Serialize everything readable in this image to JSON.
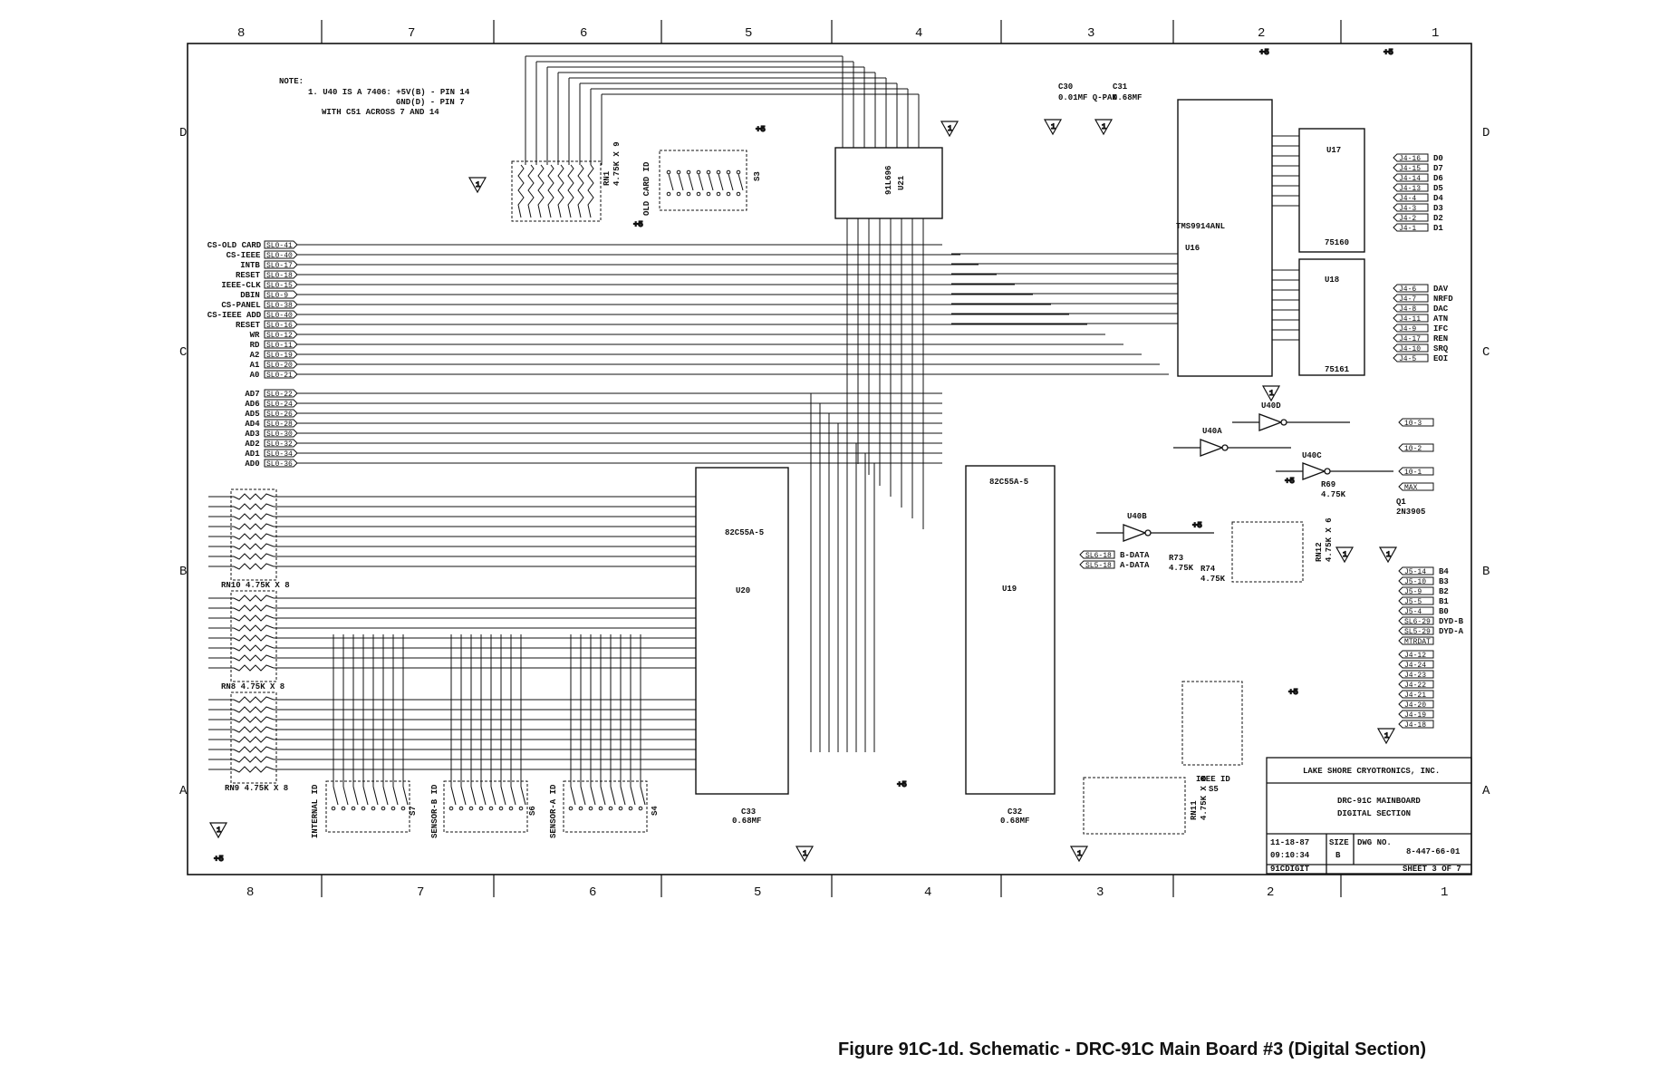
{
  "zones": {
    "top": [
      "8",
      "7",
      "6",
      "5",
      "4",
      "3",
      "2",
      "1"
    ],
    "side_left": [
      "D",
      "C",
      "B",
      "A"
    ],
    "side_right": [
      "D",
      "C",
      "B",
      "A"
    ]
  },
  "note": {
    "heading": "NOTE:",
    "line1": "1. U40 IS A 7406: +5V(B) - PIN 14",
    "line2": "GND(D) - PIN 7",
    "line3": "WITH C51 ACROSS 7 AND 14"
  },
  "left_signals": [
    {
      "name": "CS-OLD CARD",
      "pin": "SL0-41"
    },
    {
      "name": "CS-IEEE",
      "pin": "SL0-40"
    },
    {
      "name": "INTB",
      "pin": "SL0-17"
    },
    {
      "name": "RESET",
      "pin": "SL0-18"
    },
    {
      "name": "IEEE-CLK",
      "pin": "SL0-15"
    },
    {
      "name": "DBIN",
      "pin": "SL0-9"
    },
    {
      "name": "CS-PANEL",
      "pin": "SL0-38"
    },
    {
      "name": "CS-IEEE ADD",
      "pin": "SL0-40"
    },
    {
      "name": "RESET",
      "pin": "SL0-16"
    },
    {
      "name": "WR",
      "pin": "SL0-12"
    },
    {
      "name": "RD",
      "pin": "SL0-11"
    },
    {
      "name": "A2",
      "pin": "SL0-19"
    },
    {
      "name": "A1",
      "pin": "SL0-20"
    },
    {
      "name": "A0",
      "pin": "SL0-21"
    }
  ],
  "left_bus": [
    {
      "name": "AD7",
      "pin": "SL0-22"
    },
    {
      "name": "AD6",
      "pin": "SL0-24"
    },
    {
      "name": "AD5",
      "pin": "SL0-26"
    },
    {
      "name": "AD4",
      "pin": "SL0-28"
    },
    {
      "name": "AD3",
      "pin": "SL0-30"
    },
    {
      "name": "AD2",
      "pin": "SL0-32"
    },
    {
      "name": "AD1",
      "pin": "SL0-34"
    },
    {
      "name": "AD0",
      "pin": "SL0-36"
    }
  ],
  "components": {
    "rn1": "RN1\n4.75K X 9",
    "s3": "S3",
    "old_card_id": "OLD CARD ID",
    "u21": "U21",
    "u21_part": "91L696",
    "u16": "U16",
    "u16_part": "TMS9914ANL",
    "u17": "U17",
    "u17_part": "75160",
    "u18": "U18",
    "u18_part": "75161",
    "u20": "U20",
    "u20_part": "82C55A-5",
    "u19": "U19",
    "u19_part": "82C55A-5",
    "c30": "C30",
    "c30_val": "0.01MF Q-PAK",
    "c31": "C31",
    "c31_val": "0.68MF",
    "c32": "C32",
    "c32_val": "0.68MF",
    "c33": "C33",
    "c33_val": "0.68MF",
    "rn10": "RN10 4.75K X 8",
    "rn8": "RN8 4.75K X 8",
    "rn9": "RN9 4.75K X 8",
    "rn12": "RN12\n4.75K X 6",
    "rn11": "RN11\n4.75K X 8",
    "r69": "R69\n4.75K",
    "r73": "R73\n4.75K",
    "r74": "R74\n4.75K",
    "q1": "Q1\n2N3905",
    "u40a": "U40A",
    "u40b": "U40B",
    "u40c": "U40C",
    "u40d": "U40D",
    "s7": "S7",
    "s6": "S6",
    "s4": "S4",
    "s5": "S5",
    "internal_id": "INTERNAL ID",
    "sensor_b_id": "SENSOR-B ID",
    "sensor_a_id": "SENSOR-A ID",
    "ieee_id": "IEEE ID"
  },
  "right_connectors": {
    "j4_bus": [
      {
        "pin": "J4-16",
        "sig": "D0"
      },
      {
        "pin": "J4-15",
        "sig": "D7"
      },
      {
        "pin": "J4-14",
        "sig": "D6"
      },
      {
        "pin": "J4-13",
        "sig": "D5"
      },
      {
        "pin": "J4-4",
        "sig": "D4"
      },
      {
        "pin": "J4-3",
        "sig": "D3"
      },
      {
        "pin": "J4-2",
        "sig": "D2"
      },
      {
        "pin": "J4-1",
        "sig": "D1"
      }
    ],
    "j4_ctrl": [
      {
        "pin": "J4-6",
        "sig": "DAV"
      },
      {
        "pin": "J4-7",
        "sig": "NRFD"
      },
      {
        "pin": "J4-8",
        "sig": "DAC"
      },
      {
        "pin": "J4-11",
        "sig": "ATN"
      },
      {
        "pin": "J4-9",
        "sig": "IFC"
      },
      {
        "pin": "J4-17",
        "sig": "REN"
      },
      {
        "pin": "J4-10",
        "sig": "SRQ"
      },
      {
        "pin": "J4-5",
        "sig": "EOI"
      }
    ],
    "j5": [
      {
        "pin": "J5-14",
        "sig": "B4"
      },
      {
        "pin": "J5-10",
        "sig": "B3"
      },
      {
        "pin": "J5-9",
        "sig": "B2"
      },
      {
        "pin": "J5-5",
        "sig": "B1"
      },
      {
        "pin": "J5-4",
        "sig": "B0"
      },
      {
        "pin": "SL6-29",
        "sig": "DYD-B"
      },
      {
        "pin": "SL5-29",
        "sig": "DYD-A"
      },
      {
        "pin": "MTRDAT",
        "sig": ""
      }
    ],
    "j4_gnd": [
      "J4-12",
      "J4-24",
      "J4-23",
      "J4-22",
      "J4-21",
      "J4-20",
      "J4-19",
      "J4-18"
    ],
    "misc": [
      {
        "pin": "10-3",
        "sig": ""
      },
      {
        "pin": "10-2",
        "sig": ""
      },
      {
        "pin": "10-1",
        "sig": ""
      },
      {
        "pin": "MAX",
        "sig": ""
      }
    ],
    "data_lines": [
      {
        "pin": "SL6-18",
        "sig": "B-DATA"
      },
      {
        "pin": "SL5-18",
        "sig": "A-DATA"
      }
    ]
  },
  "power": {
    "vcc_label": "+5",
    "gnd_symbol": "1"
  },
  "title_block": {
    "company": "LAKE SHORE CRYOTRONICS, INC.",
    "title1": "DRC-91C MAINBOARD",
    "title2": "DIGITAL SECTION",
    "date": "11-18-87",
    "time": "09:10:34",
    "file": "91CDIGIT",
    "size_label": "SIZE",
    "size": "B",
    "dwg_label": "DWG NO.",
    "dwg_no": "8-447-66-01",
    "sheet": "SHEET 3 OF 7"
  },
  "caption": "Figure 91C-1d.  Schematic - DRC-91C Main Board #3 (Digital Section)"
}
